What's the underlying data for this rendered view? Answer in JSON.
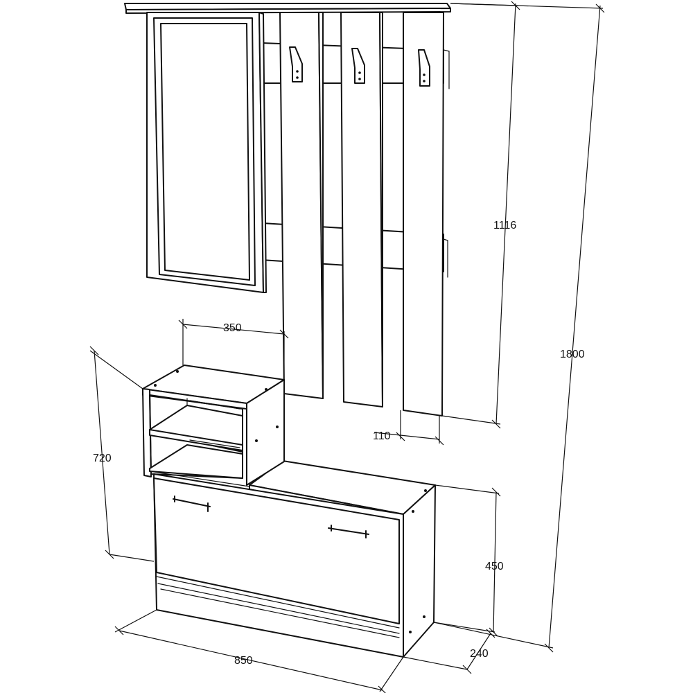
{
  "dimensions": {
    "total_height": "1800",
    "hanger_height": "1116",
    "shelf_width": "350",
    "slat_width": "110",
    "shelf_height": "720",
    "bench_height": "450",
    "total_width": "850",
    "depth": "240"
  },
  "colors": {
    "line": "#111111",
    "background": "#ffffff"
  }
}
